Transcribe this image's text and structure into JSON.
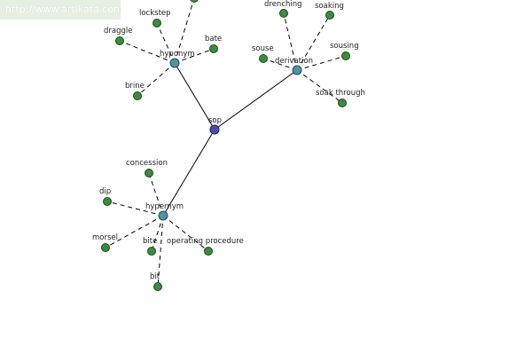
{
  "watermark": {
    "url": "http://www.artikata.com"
  },
  "graph": {
    "root": {
      "id": "sop",
      "label": "sop"
    },
    "relations": [
      {
        "id": "hyponym",
        "label": "hyponym",
        "leaves": [
          "lockstep",
          "draggle",
          "bate",
          "brine"
        ]
      },
      {
        "id": "derivation",
        "label": "derivation",
        "leaves": [
          "drenching",
          "soaking",
          "souse",
          "sousing",
          "soak through"
        ]
      },
      {
        "id": "hypernym",
        "label": "hypernym",
        "leaves": [
          "concession",
          "dip",
          "morsel",
          "bite",
          "operating procedure",
          "bit"
        ]
      }
    ]
  },
  "colors": {
    "root_node": "#4a4fa8",
    "relation_node": "#4f93a6",
    "leaf_node": "#3e8a3e"
  }
}
